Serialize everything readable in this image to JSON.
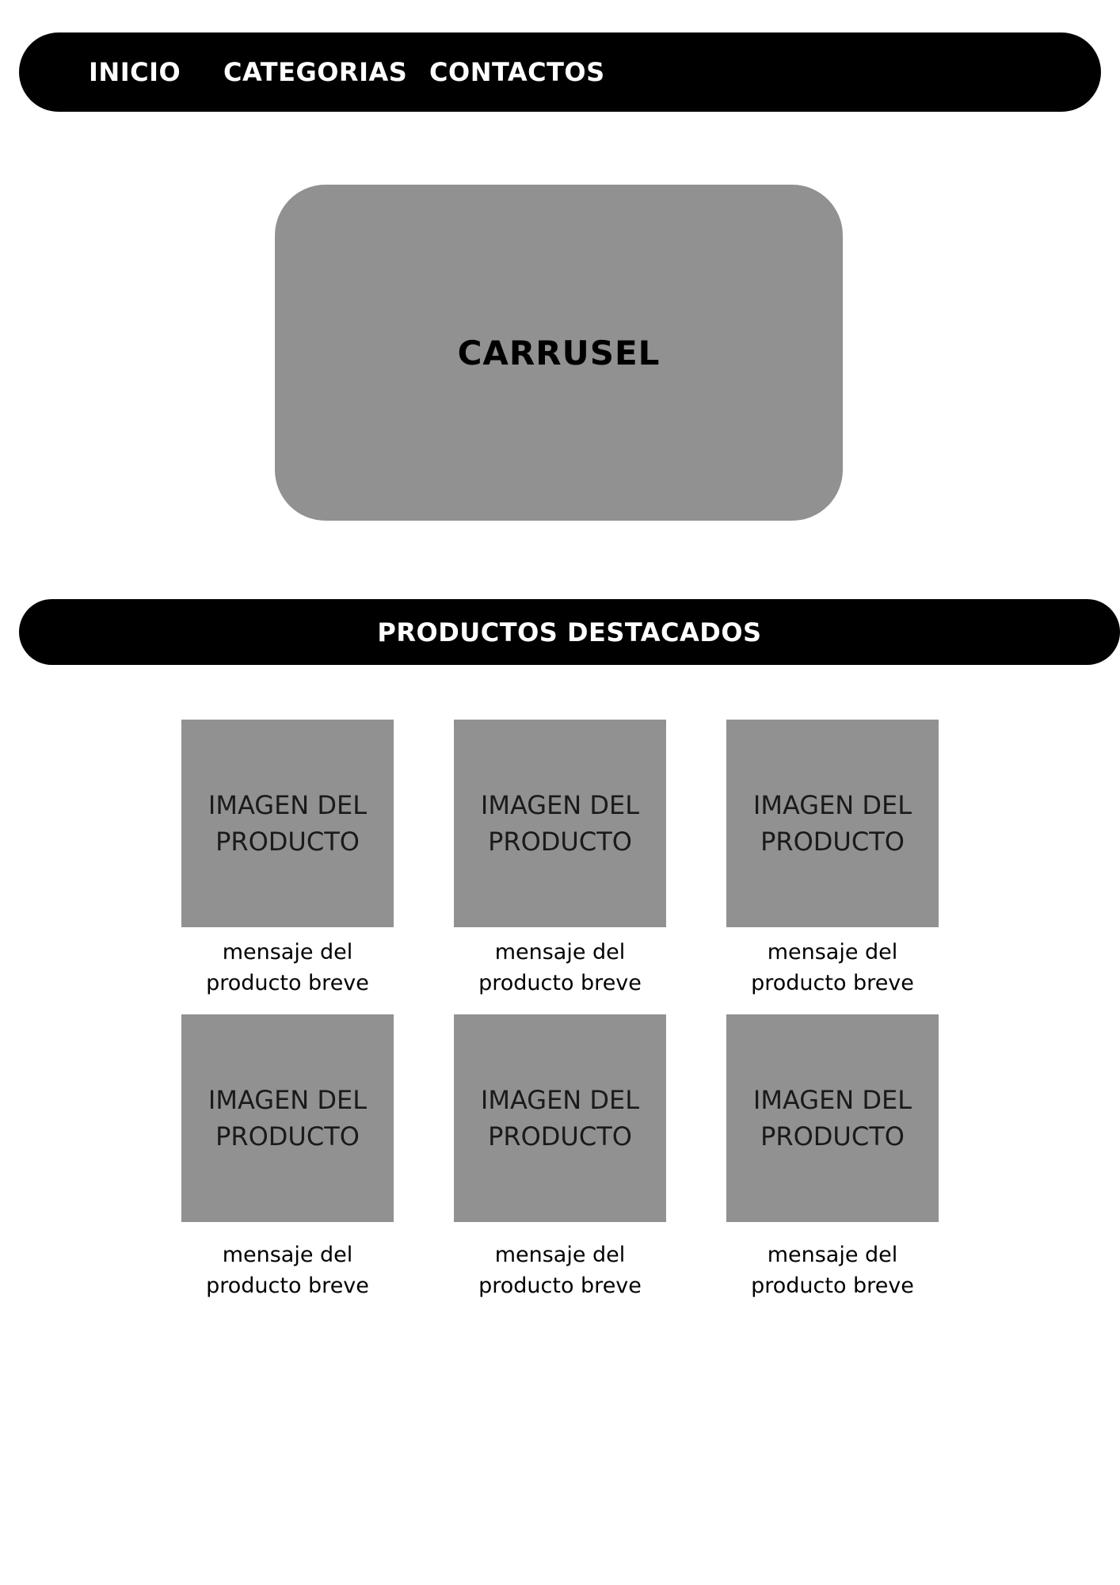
{
  "nav": {
    "items": [
      {
        "label": "INICIO"
      },
      {
        "label": "CATEGORIAS"
      },
      {
        "label": "CONTACTOS"
      }
    ]
  },
  "carousel": {
    "label": "CARRUSEL"
  },
  "featured": {
    "title": "PRODUCTOS DESTACADOS"
  },
  "products": [
    {
      "image_label_line1": "IMAGEN DEL",
      "image_label_line2": "PRODUCTO",
      "caption_line1": "mensaje del",
      "caption_line2": "producto breve"
    },
    {
      "image_label_line1": "IMAGEN DEL",
      "image_label_line2": "PRODUCTO",
      "caption_line1": "mensaje del",
      "caption_line2": "producto breve"
    },
    {
      "image_label_line1": "IMAGEN DEL",
      "image_label_line2": "PRODUCTO",
      "caption_line1": "mensaje del",
      "caption_line2": "producto breve"
    },
    {
      "image_label_line1": "IMAGEN DEL",
      "image_label_line2": "PRODUCTO",
      "caption_line1": "mensaje del",
      "caption_line2": "producto breve"
    },
    {
      "image_label_line1": "IMAGEN DEL",
      "image_label_line2": "PRODUCTO",
      "caption_line1": "mensaje del",
      "caption_line2": "producto breve"
    },
    {
      "image_label_line1": "IMAGEN DEL",
      "image_label_line2": "PRODUCTO",
      "caption_line1": "mensaje del",
      "caption_line2": "producto breve"
    }
  ],
  "colors": {
    "bar_background": "#000000",
    "bar_text": "#ffffff",
    "placeholder_gray": "#919191",
    "page_background": "#ffffff"
  }
}
